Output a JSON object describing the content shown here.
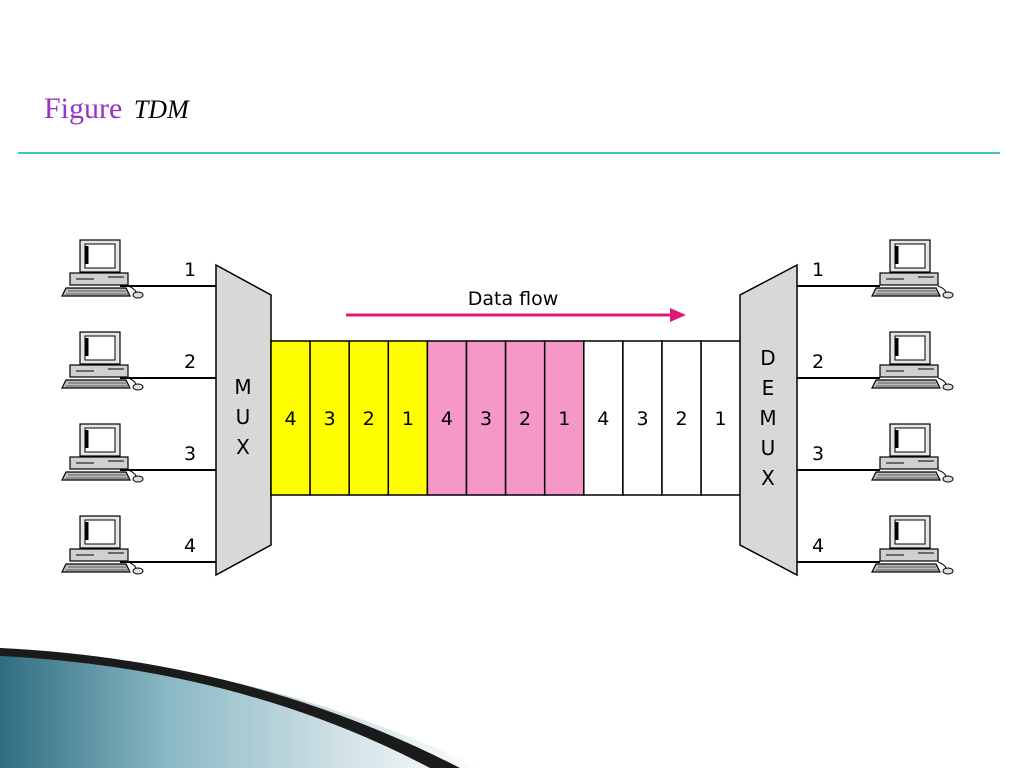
{
  "title": {
    "prefix": "Figure",
    "name": "TDM"
  },
  "mux": {
    "letters": [
      "M",
      "U",
      "X"
    ]
  },
  "demux": {
    "letters": [
      "D",
      "E",
      "M",
      "U",
      "X"
    ]
  },
  "flow_label": "Data flow",
  "input_lines": [
    "1",
    "2",
    "3",
    "4"
  ],
  "output_lines": [
    "1",
    "2",
    "3",
    "4"
  ],
  "frames": [
    {
      "color": "#ffff00",
      "slots": [
        "4",
        "3",
        "2",
        "1"
      ]
    },
    {
      "color": "#f598c8",
      "slots": [
        "4",
        "3",
        "2",
        "1"
      ]
    },
    {
      "color": "#ffffff",
      "slots": [
        "4",
        "3",
        "2",
        "1"
      ]
    }
  ],
  "colors": {
    "accent_title": "#9b30c8",
    "rule": "#3cc4c4",
    "arrow": "#e0177a",
    "device": "#d8d8d8"
  }
}
